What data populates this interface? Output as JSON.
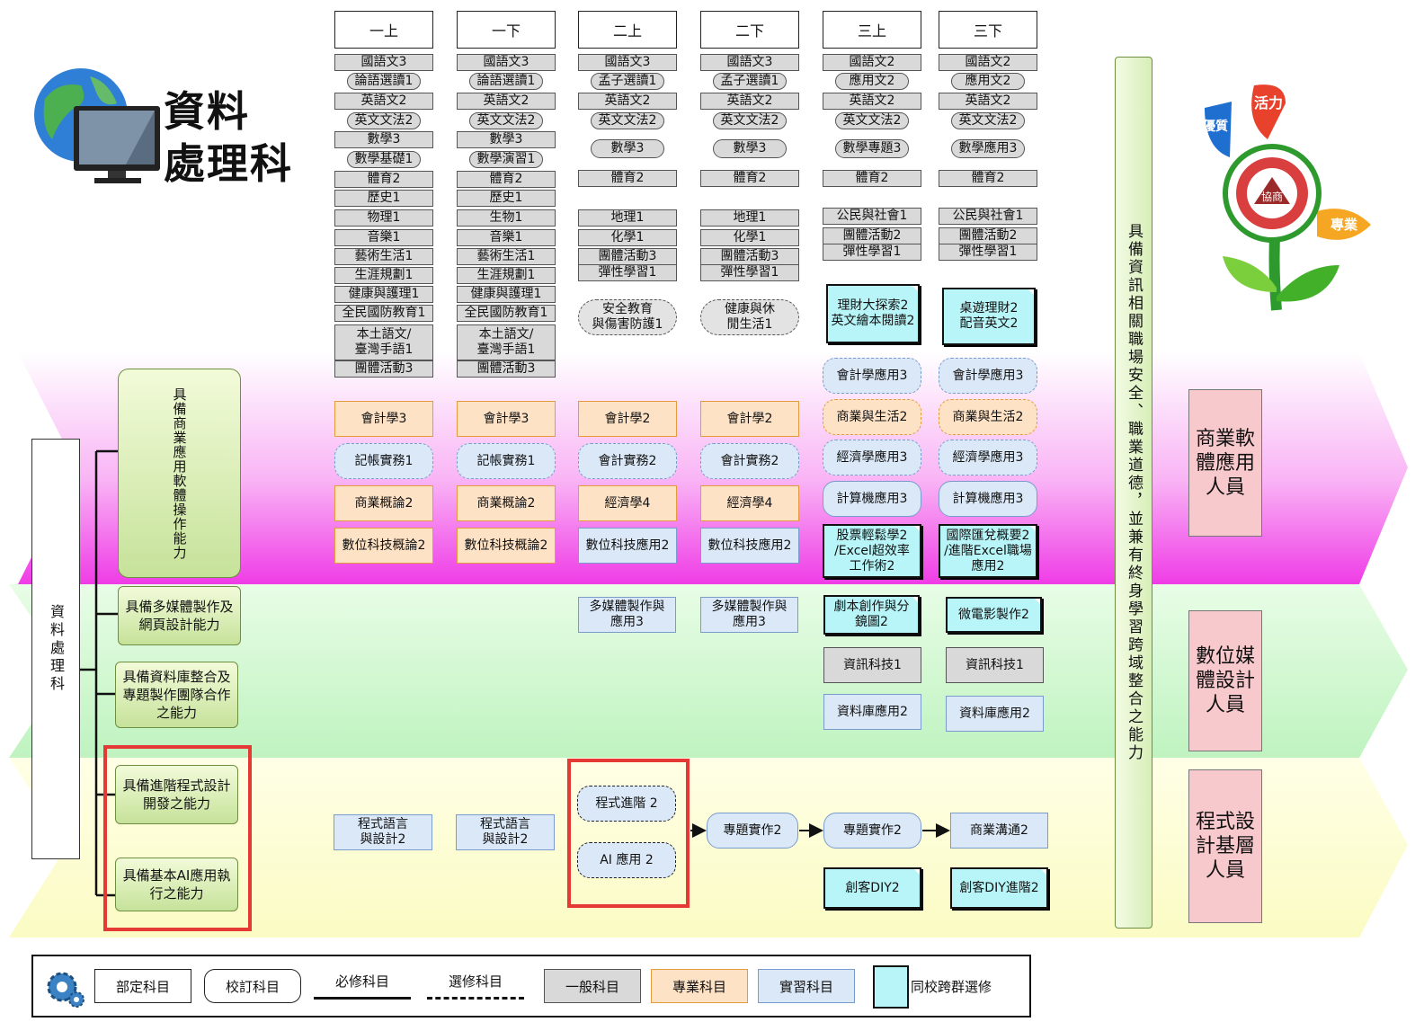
{
  "title": {
    "line1": "資料",
    "line2": "處理科"
  },
  "dept_label": "資料處理科",
  "semesters": [
    "一上",
    "一下",
    "二上",
    "二下",
    "三上",
    "三下"
  ],
  "general_courses": [
    [
      "國語文3",
      "論語選讀1",
      "英語文2",
      "英文文法2",
      "數學3",
      "數學基礎1",
      "體育2",
      "歷史1",
      "物理1",
      "音樂1",
      "藝術生活1",
      "生涯規劃1",
      "健康與護理1",
      "全民國防教育1",
      "本土語文/\n臺灣手語1",
      "團體活動3"
    ],
    [
      "國語文3",
      "論語選讀1",
      "英語文2",
      "英文文法2",
      "數學3",
      "數學演習1",
      "體育2",
      "歷史1",
      "生物1",
      "音樂1",
      "藝術生活1",
      "生涯規劃1",
      "健康與護理1",
      "全民國防教育1",
      "本土語文/\n臺灣手語1",
      "團體活動3"
    ],
    [
      "國語文3",
      "孟子選讀1",
      "英語文2",
      "英文文法2",
      "數學3",
      "體育2",
      "地理1",
      "化學1",
      "團體活動3",
      "彈性學習1",
      "安全教育\n與傷害防護1"
    ],
    [
      "國語文3",
      "孟子選讀1",
      "英語文2",
      "英文文法2",
      "數學3",
      "體育2",
      "地理1",
      "化學1",
      "團體活動3",
      "彈性學習1",
      "健康與休\n閒生活1"
    ],
    [
      "國語文2",
      "應用文2",
      "英語文2",
      "英文文法2",
      "數學專題3",
      "體育2",
      "公民與社會1",
      "團體活動2",
      "彈性學習1",
      "理財大探索2\n英文繪本閱讀2"
    ],
    [
      "國語文2",
      "應用文2",
      "英語文2",
      "英文文法2",
      "數學應用3",
      "體育2",
      "公民與社會1",
      "團體活動2",
      "彈性學習1",
      "桌遊理財2\n配音英文2"
    ]
  ],
  "business_courses": [
    [
      "會計學3",
      "記帳實務1",
      "商業概論2",
      "數位科技概論2"
    ],
    [
      "會計學3",
      "記帳實務1",
      "商業概論2",
      "數位科技概論2"
    ],
    [
      "會計學2",
      "會計實務2",
      "經濟學4",
      "數位科技應用2"
    ],
    [
      "會計學2",
      "會計實務2",
      "經濟學4",
      "數位科技應用2"
    ],
    [
      "會計學應用3",
      "商業與生活2",
      "經濟學應用3",
      "計算機應用3",
      "股票輕鬆學2\n/Excel超效率\n工作術2"
    ],
    [
      "會計學應用3",
      "商業與生活2",
      "經濟學應用3",
      "計算機應用3",
      "國際匯兌概要2\n/進階Excel職場\n應用2"
    ]
  ],
  "media_courses": {
    "y2a": "多媒體製作與\n應用3",
    "y2b": "多媒體製作與\n應用3",
    "y3a": [
      "劇本創作與分\n鏡圖2",
      "資訊科技1",
      "資料庫應用2"
    ],
    "y3b": [
      "微電影製作2",
      "資訊科技1",
      "資料庫應用2"
    ]
  },
  "programming_courses": {
    "y1a": "程式語言\n與設計2",
    "y1b": "程式語言\n與設計2",
    "y2a": [
      "程式進階 2",
      "AI 應用 2"
    ],
    "y2b": "專題實作2",
    "y3a": [
      "專題實作2",
      "創客DIY2"
    ],
    "y3b": [
      "商業溝通2",
      "創客DIY進階2"
    ]
  },
  "abilities": [
    "具備商業應用軟體操作能力",
    "具備多媒體製作及\n網頁設計能力",
    "具備資料庫整合及\n專題製作團隊合作\n之能力",
    "具備進階程式設計\n開發之能力",
    "具備基本AI應用執\n行之能力"
  ],
  "goal_text": "具備資訊相關職場安全、職業道德，並兼有終身學習跨域整合之能力",
  "jobs": [
    "商業軟\n體應用\n人員",
    "數位媒\n體設計\n人員",
    "程式設\n計基層\n人員"
  ],
  "legend": {
    "ministry": "部定科目",
    "school": "校訂科目",
    "required": "必修科目",
    "elective": "選修科目",
    "general": "一般科目",
    "professional": "專業科目",
    "practical": "實習科目",
    "cross_group": "同校跨群選修"
  },
  "logo": {
    "top": "活力",
    "left": "優質",
    "right": "專業",
    "center": "協商"
  },
  "colors": {
    "general": "#d9d9d9",
    "professional": "#fde2c6",
    "practical": "#dbe8f7",
    "cross_group": "#b7f5f8",
    "highlight": "#e53935",
    "ability": "#c6e29a",
    "job": "#f7c9cc"
  }
}
